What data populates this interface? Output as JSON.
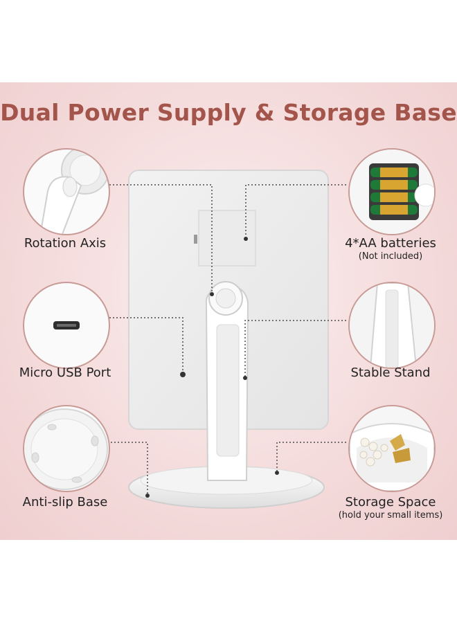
{
  "title": "Dual Power Supply & Storage Base",
  "features": {
    "rotation_axis": {
      "label": "Rotation Axis"
    },
    "micro_usb": {
      "label": "Micro USB Port"
    },
    "anti_slip": {
      "label": "Anti-slip Base"
    },
    "batteries": {
      "label": "4*AA batteries",
      "note": "(Not included)"
    },
    "stable_stand": {
      "label": "Stable Stand"
    },
    "storage_space": {
      "label": "Storage Space",
      "note": "(hold your small items)"
    }
  },
  "colors": {
    "title": "#a3554b",
    "circle_border": "#c89a95",
    "background": "#f5dcdc",
    "battery_green": "#1f7a3a",
    "battery_gold": "#d9a531"
  },
  "icons": [
    "rotation-axis-icon",
    "micro-usb-port-icon",
    "anti-slip-base-icon",
    "aa-batteries-icon",
    "stable-stand-icon",
    "storage-space-icon"
  ]
}
